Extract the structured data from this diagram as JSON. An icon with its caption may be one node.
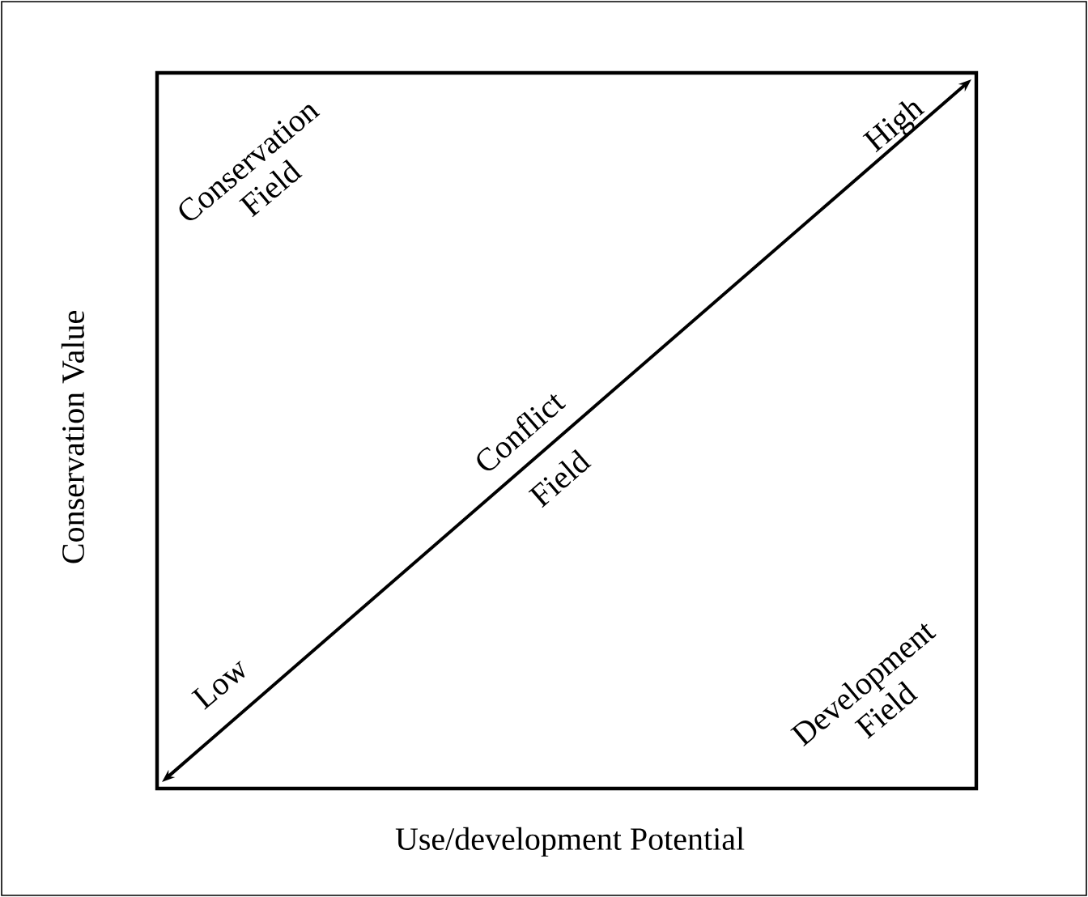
{
  "diagram": {
    "labels": [
      "Conservation Field",
      "High",
      "Conflict Field",
      "Low",
      "Development Field",
      "Conservation Value",
      "Use/development Potential"
    ]
  }
}
